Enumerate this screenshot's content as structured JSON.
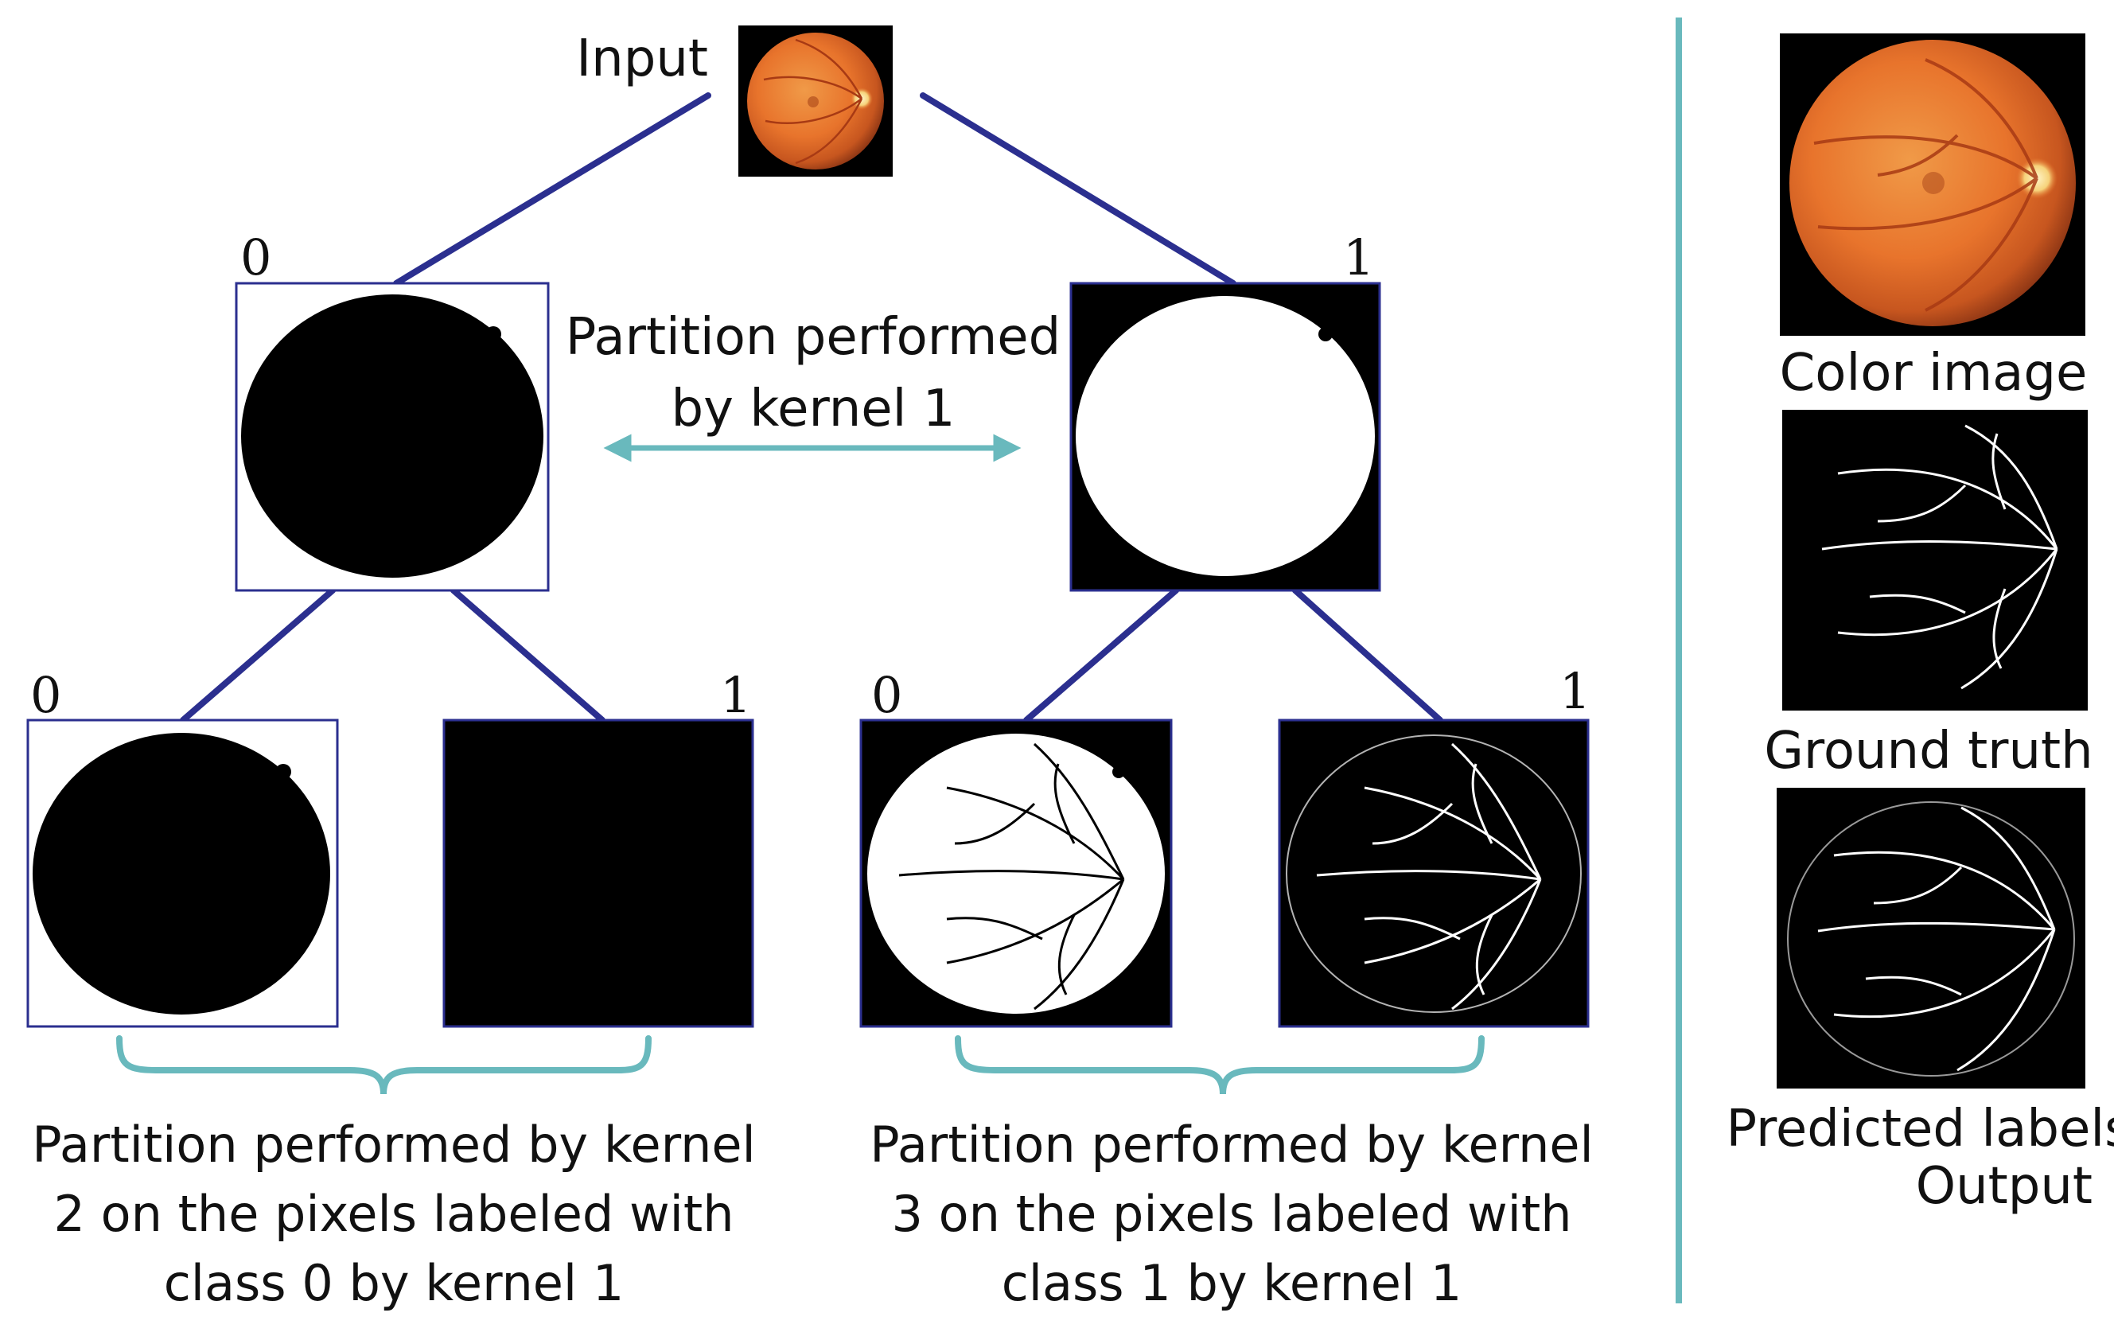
{
  "input_label": "Input",
  "top_caption": [
    "Partition performed",
    "by kernel 1"
  ],
  "indices": {
    "level1_left": "0",
    "level1_right": "1",
    "level2_a": "0",
    "level2_b": "1",
    "level2_c": "0",
    "level2_d": "1"
  },
  "bottom_caption_left": [
    "Partition performed by kernel",
    "2 on the pixels labeled with",
    "class 0 by kernel 1"
  ],
  "bottom_caption_right": [
    "Partition performed by kernel",
    "3 on the pixels labeled with",
    "class 1 by kernel 1"
  ],
  "side_labels": {
    "color_image": "Color image",
    "ground_truth": "Ground truth",
    "predicted_labels": "Predicted labels",
    "output": "Output"
  },
  "colors": {
    "tree_edge": "#2b2f8f",
    "accent_teal": "#69b9bd",
    "fundus_orange": "#e8742c",
    "mask_black": "#000000",
    "mask_white": "#ffffff"
  }
}
